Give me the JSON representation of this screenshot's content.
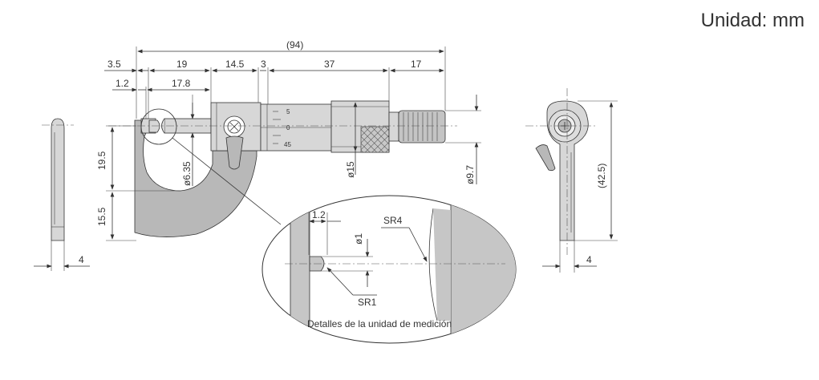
{
  "unit_label": "Unidad: mm",
  "dims": {
    "total": "(94)",
    "d3_5": "3.5",
    "d19": "19",
    "d14_5": "14.5",
    "d3": "3",
    "d37": "37",
    "d17": "17",
    "d1_2": "1.2",
    "d17_8": "17.8",
    "d19_5": "19.5",
    "d15_5": "15.5",
    "d6_35": "ø6.35",
    "d15": "ø15",
    "d9_7": "ø9.7",
    "d4_left": "4",
    "d42_5": "(42.5)",
    "d4_right": "4"
  },
  "scale": {
    "s5": "5",
    "s0": "0",
    "s45": "45"
  },
  "detail": {
    "d1_2": "1.2",
    "d1": "ø1",
    "sr4": "SR4",
    "sr1": "SR1",
    "caption": "Detalles de la unidad de medición"
  }
}
